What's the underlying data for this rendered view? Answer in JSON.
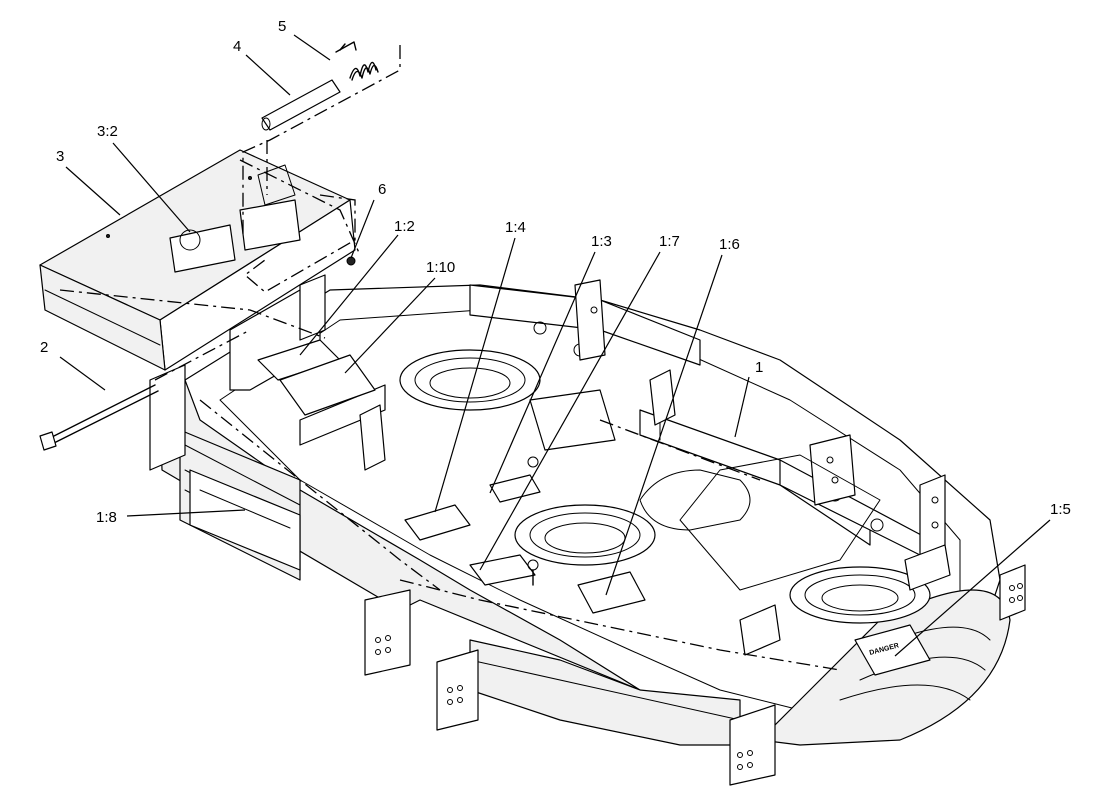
{
  "callouts": {
    "c1": "1",
    "c2": "2",
    "c3": "3",
    "c3_2": "3:2",
    "c4": "4",
    "c5": "5",
    "c6": "6",
    "c1_2": "1:2",
    "c1_3": "1:3",
    "c1_4": "1:4",
    "c1_5": "1:5",
    "c1_6": "1:6",
    "c1_7": "1:7",
    "c1_8": "1:8",
    "c1_10": "1:10"
  },
  "decals": {
    "danger": "DANGER"
  }
}
